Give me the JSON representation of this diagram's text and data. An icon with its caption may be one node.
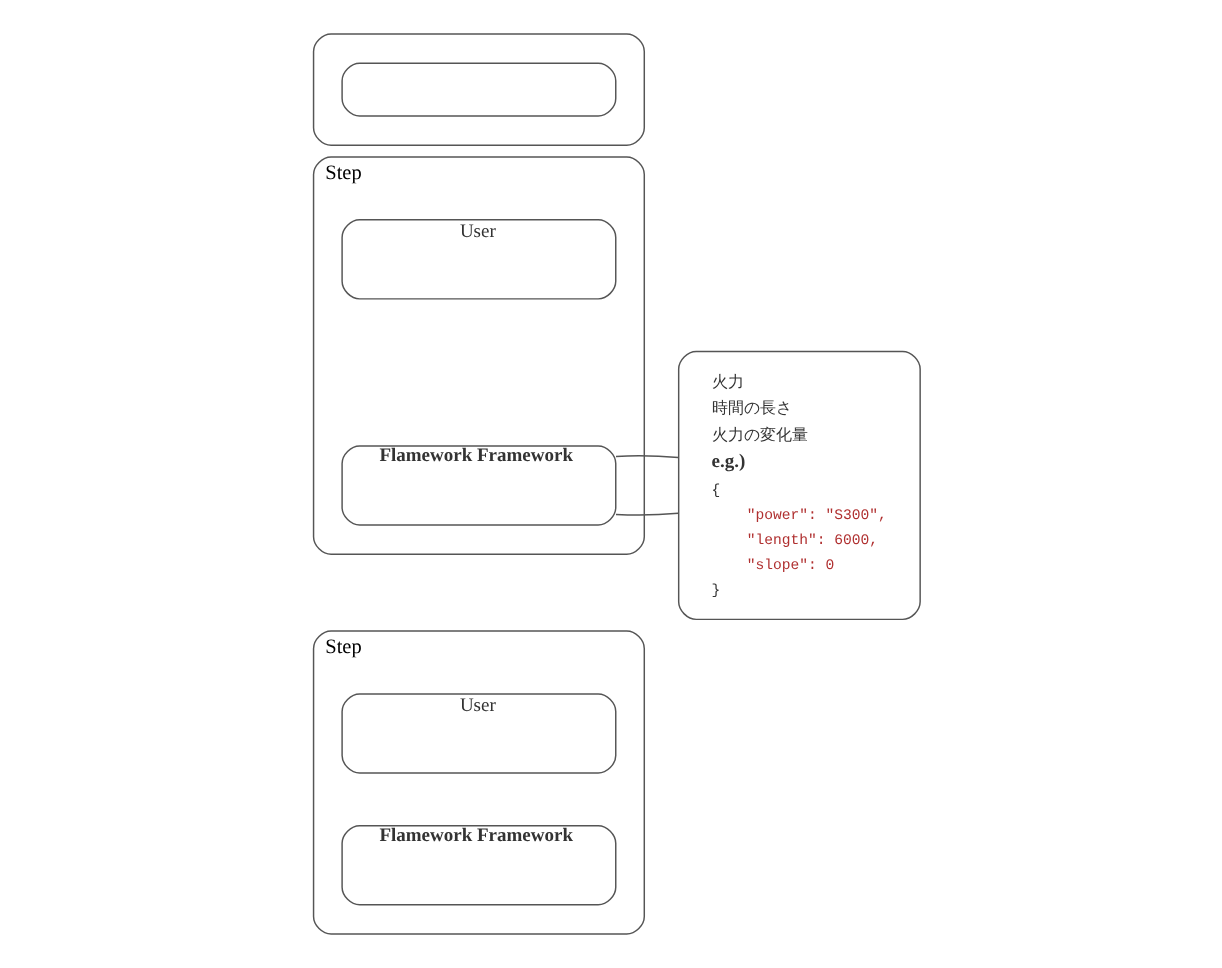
{
  "diagram": {
    "nodes": [
      {
        "text": [],
        "shape": "box"
      },
      {
        "text": [],
        "shape": "box",
        "in": 0
      },
      {
        "text": [
          "Step"
        ]
      },
      {
        "text": [
          "User"
        ],
        "in": 2
      },
      {
        "text": [
          "Flamework Framework"
        ],
        "in": 2
      },
      {
        "text": [
          "火力",
          "時間の長さ",
          "火力の変化量",
          "e.g.)",
          "{",
          "\"power\": \"S300\",",
          "\"length\": 6000,",
          "\"slope\": 0",
          "}"
        ]
      },
      {
        "text": [
          "Step"
        ]
      },
      {
        "text": [
          "User"
        ],
        "in": 6
      },
      {
        "text": [
          "Flamework Framework"
        ],
        "in": 6
      }
    ],
    "edges": [
      {
        "from": 4,
        "to": 5,
        "arrow": "none"
      },
      {
        "from": 4,
        "to": 5,
        "arrow": "none"
      }
    ]
  }
}
